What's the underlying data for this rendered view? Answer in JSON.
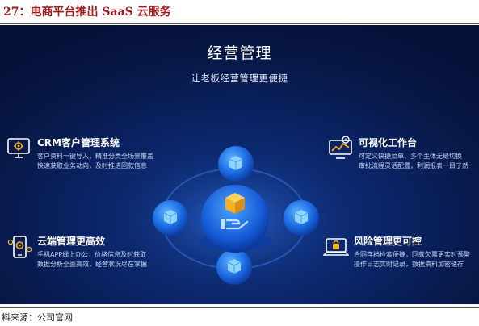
{
  "figure": {
    "title": "27：电商平台推出 SaaS 云服务",
    "source": "料来源：公司官网"
  },
  "panel": {
    "title": "经营管理",
    "subtitle": "让老板经营管理更便捷"
  },
  "features": [
    {
      "id": "crm",
      "icon": "monitor-gear-icon",
      "title": "CRM客户管理系统",
      "lines": [
        "客户资料一键导入，精准分类全场景覆盖",
        "快速获取业务动向，及时推进回款信息"
      ]
    },
    {
      "id": "workbench",
      "icon": "chart-monitor-icon",
      "title": "可视化工作台",
      "lines": [
        "可定义快捷菜单，多个主体无缝切换",
        "审批流程灵活配置，利润报表一目了然"
      ]
    },
    {
      "id": "cloud",
      "icon": "mobile-gear-icon",
      "title": "云端管理更高效",
      "lines": [
        "手机APP线上办公，价格信息及时获取",
        "数据分析全面高效，经营状况尽在掌握"
      ]
    },
    {
      "id": "risk",
      "icon": "laptop-lock-icon",
      "title": "风险管理更可控",
      "lines": [
        "合同存档检索便捷，回款欠票更实时预警",
        "操作日志实时记录，数据资料加密储存"
      ]
    }
  ],
  "colors": {
    "title_red": "#9a1a1a",
    "panel_dark": "#071744",
    "accent_blue": "#2f8cff",
    "cube_gold": "#f3b126"
  }
}
